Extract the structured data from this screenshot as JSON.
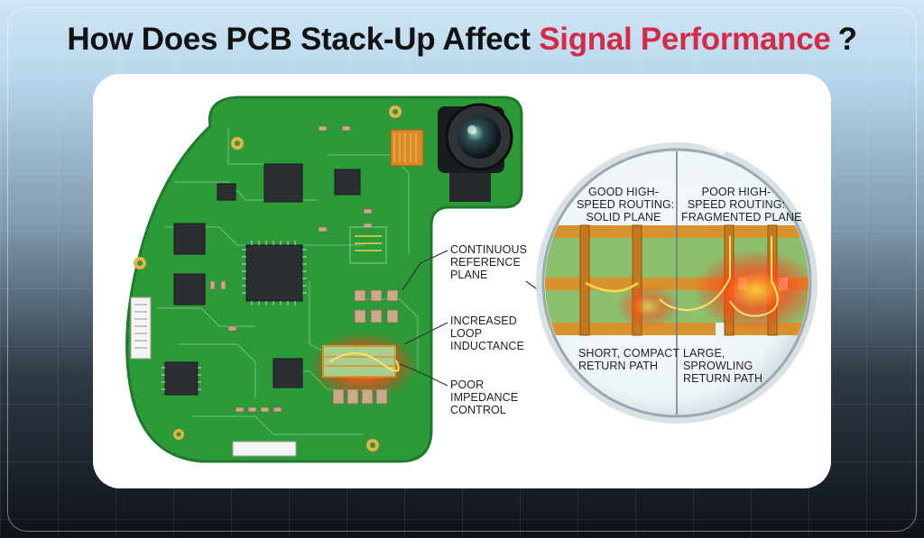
{
  "title": {
    "prefix": "How Does PCB Stack-Up Affect",
    "highlight": "Signal Performance",
    "suffix": "?"
  },
  "colors": {
    "highlight": "#d42a48",
    "board": "#2d9a3a",
    "copper": "#d8922e",
    "heat": "#ff3b1a"
  },
  "board_callouts": {
    "continuous_plane": [
      "CONTINUOUS",
      "REFERENCE",
      "PLANE"
    ],
    "loop_inductance": [
      "INCREASED",
      "LOOP",
      "INDUCTANCE"
    ],
    "impedance": [
      "POOR",
      "IMPEDANCE",
      "CONTROL"
    ]
  },
  "inset": {
    "good_title": [
      "GOOD HIGH-",
      "SPEED ROUTING:",
      "SOLID PLANE"
    ],
    "poor_title": [
      "POOR HIGH-",
      "SPEED ROUTING:",
      "FRAGMENTED PLANE"
    ],
    "good_return": [
      "SHORT, COMPACT",
      "RETURN PATH"
    ],
    "poor_return": [
      "LARGE,",
      "SPROWLING",
      "RETURN PATH"
    ]
  },
  "icons": [
    "camera-icon",
    "magnifier-icon"
  ]
}
